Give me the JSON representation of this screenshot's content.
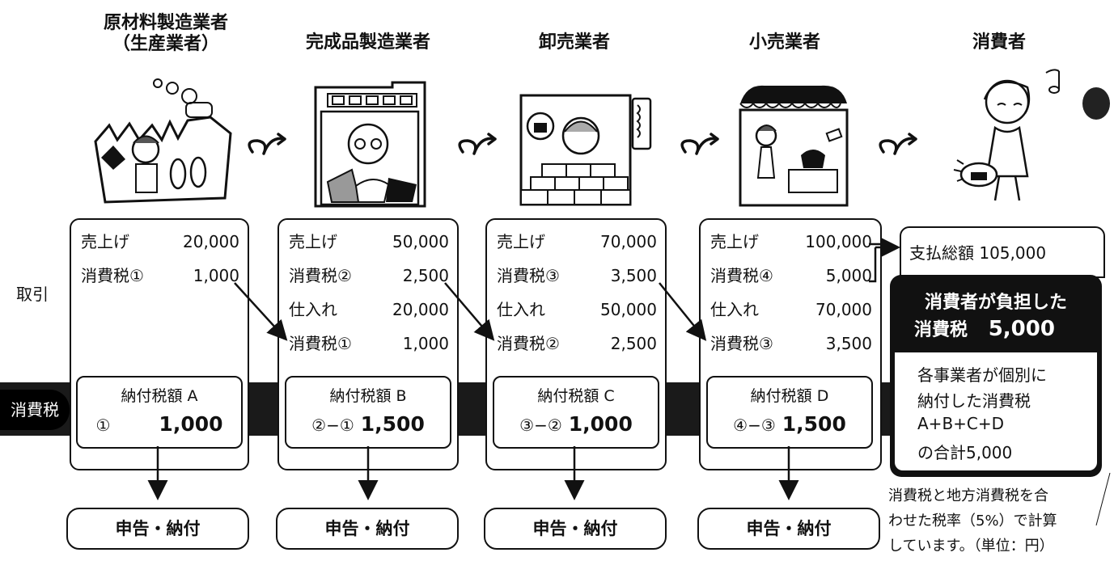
{
  "stages": [
    {
      "title_line1": "原材料製造業者",
      "title_line2": "（生産業者）"
    },
    {
      "title_line1": "完成品製造業者",
      "title_line2": ""
    },
    {
      "title_line1": "卸売業者",
      "title_line2": ""
    },
    {
      "title_line1": "小売業者",
      "title_line2": ""
    },
    {
      "title_line1": "消費者",
      "title_line2": ""
    }
  ],
  "transaction_label": "取引",
  "tax_label": "消費税",
  "businesses": [
    {
      "rows": [
        {
          "label": "売上げ",
          "value": "20,000"
        },
        {
          "label": "消費税①",
          "value": "1,000"
        }
      ],
      "pay_title": "納付税額 A",
      "pay_formula": "①",
      "pay_amount": "1,000",
      "report": "申告・納付"
    },
    {
      "rows": [
        {
          "label": "売上げ",
          "value": "50,000"
        },
        {
          "label": "消費税②",
          "value": "2,500"
        },
        {
          "label": "仕入れ",
          "value": "20,000"
        },
        {
          "label": "消費税①",
          "value": "1,000"
        }
      ],
      "pay_title": "納付税額 B",
      "pay_formula": "②−①",
      "pay_amount": "1,500",
      "report": "申告・納付"
    },
    {
      "rows": [
        {
          "label": "売上げ",
          "value": "70,000"
        },
        {
          "label": "消費税③",
          "value": "3,500"
        },
        {
          "label": "仕入れ",
          "value": "50,000"
        },
        {
          "label": "消費税②",
          "value": "2,500"
        }
      ],
      "pay_title": "納付税額 C",
      "pay_formula": "③−②",
      "pay_amount": "1,000",
      "report": "申告・納付"
    },
    {
      "rows": [
        {
          "label": "売上げ",
          "value": "100,000"
        },
        {
          "label": "消費税④",
          "value": "5,000"
        },
        {
          "label": "仕入れ",
          "value": "70,000"
        },
        {
          "label": "消費税③",
          "value": "3,500"
        }
      ],
      "pay_title": "納付税額 D",
      "pay_formula": "④−③",
      "pay_amount": "1,500",
      "report": "申告・納付"
    }
  ],
  "consumer": {
    "total_label": "支払総額",
    "total_value": "105,000",
    "burden_line1": "消費者が負担した",
    "burden_line2_label": "消費税",
    "burden_amount": "5,000",
    "individual_lines": [
      "各事業者が個別に",
      "納付した消費税",
      "A+B+C+D",
      "の合計5,000"
    ]
  },
  "footnote_lines": [
    "消費税と地方消費税を合",
    "わせた税率（5%）で計算",
    "しています。（単位：円）"
  ]
}
